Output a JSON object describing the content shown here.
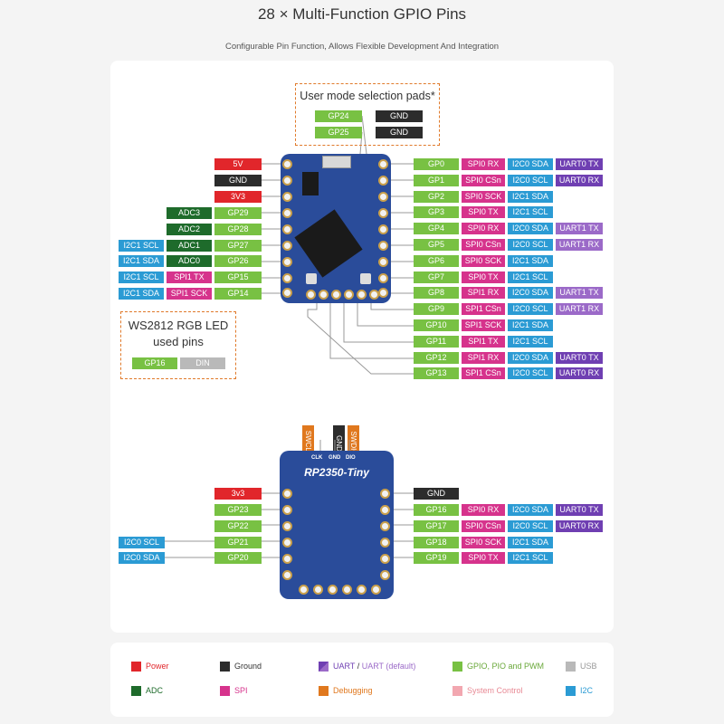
{
  "header": {
    "title": "28 × Multi-Function GPIO Pins",
    "subtitle": "Configurable Pin Function, Allows Flexible Development And Integration"
  },
  "user_mode": {
    "title": "User mode selection pads*",
    "gp24": "GP24",
    "gp25": "GP25",
    "gnd": "GND"
  },
  "ws2812": {
    "title": "WS2812 RGB LED",
    "title2": "used pins",
    "gp16": "GP16",
    "din": "DIN"
  },
  "top_left": {
    "v5": "5V",
    "gnd": "GND",
    "v33": "3V3",
    "rows": [
      {
        "a": "",
        "b": "ADC3",
        "c": "GP29"
      },
      {
        "a": "",
        "b": "ADC2",
        "c": "GP28"
      },
      {
        "a": "I2C1 SCL",
        "b": "ADC1",
        "c": "GP27"
      },
      {
        "a": "I2C1 SDA",
        "b": "ADC0",
        "c": "GP26"
      },
      {
        "a": "I2C1 SCL",
        "b": "SPI1 TX",
        "c": "GP15"
      },
      {
        "a": "I2C1 SDA",
        "b": "SPI1 SCK",
        "c": "GP14"
      }
    ]
  },
  "top_right": [
    {
      "gp": "GP0",
      "spi": "SPI0 RX",
      "i2c": "I2C0 SDA",
      "uart": "UART0 TX"
    },
    {
      "gp": "GP1",
      "spi": "SPI0 CSn",
      "i2c": "I2C0 SCL",
      "uart": "UART0 RX"
    },
    {
      "gp": "GP2",
      "spi": "SPI0 SCK",
      "i2c": "I2C1 SDA",
      "uart": ""
    },
    {
      "gp": "GP3",
      "spi": "SPI0 TX",
      "i2c": "I2C1 SCL",
      "uart": ""
    },
    {
      "gp": "GP4",
      "spi": "SPI0 RX",
      "i2c": "I2C0 SDA",
      "uart": "UART1 TX"
    },
    {
      "gp": "GP5",
      "spi": "SPI0 CSn",
      "i2c": "I2C0 SCL",
      "uart": "UART1 RX"
    },
    {
      "gp": "GP6",
      "spi": "SPI0 SCK",
      "i2c": "I2C1 SDA",
      "uart": ""
    },
    {
      "gp": "GP7",
      "spi": "SPI0 TX",
      "i2c": "I2C1 SCL",
      "uart": ""
    },
    {
      "gp": "GP8",
      "spi": "SPI1 RX",
      "i2c": "I2C0 SDA",
      "uart": "UART1 TX"
    },
    {
      "gp": "GP9",
      "spi": "SPI1 CSn",
      "i2c": "I2C0 SCL",
      "uart": "UART1 RX"
    },
    {
      "gp": "GP10",
      "spi": "SPI1 SCK",
      "i2c": "I2C1 SDA",
      "uart": ""
    },
    {
      "gp": "GP11",
      "spi": "SPI1 TX",
      "i2c": "I2C1 SCL",
      "uart": ""
    },
    {
      "gp": "GP12",
      "spi": "SPI1 RX",
      "i2c": "I2C0 SDA",
      "uart": "UART0 TX"
    },
    {
      "gp": "GP13",
      "spi": "SPI1 CSn",
      "i2c": "I2C0 SCL",
      "uart": "UART0 RX"
    }
  ],
  "debug": {
    "swclk": "SWCLK",
    "gnd": "GND",
    "swdio": "SWDIO",
    "clk": "CLK",
    "gnd2": "GND",
    "dio": "DIO"
  },
  "bottom_board": {
    "name": "RP2350-Tiny"
  },
  "bottom_left": {
    "v33": "3v3",
    "rows": [
      {
        "a": "",
        "gp": "GP23"
      },
      {
        "a": "",
        "gp": "GP22"
      },
      {
        "a": "I2C0 SCL",
        "gp": "GP21"
      },
      {
        "a": "I2C0 SDA",
        "gp": "GP20"
      }
    ]
  },
  "bottom_right": {
    "gnd": "GND",
    "rows": [
      {
        "gp": "GP16",
        "spi": "SPI0 RX",
        "i2c": "I2C0 SDA",
        "uart": "UART0 TX"
      },
      {
        "gp": "GP17",
        "spi": "SPI0 CSn",
        "i2c": "I2C0 SCL",
        "uart": "UART0 RX"
      },
      {
        "gp": "GP18",
        "spi": "SPI0 SCK",
        "i2c": "I2C1 SDA",
        "uart": ""
      },
      {
        "gp": "GP19",
        "spi": "SPI0 TX",
        "i2c": "I2C1 SCL",
        "uart": ""
      }
    ]
  },
  "legend": [
    {
      "label": "Power",
      "color": "#e1262b",
      "text": "#e1262b"
    },
    {
      "label": "Ground",
      "color": "#2c2c2c",
      "text": "#333333"
    },
    {
      "label": "UART",
      "label2": " / ",
      "label3": "UART (default)",
      "color": "#6f3fb2",
      "text": "#6f3fb2"
    },
    {
      "label": "GPIO, PIO and PWM",
      "color": "#78c143",
      "text": "#6aa83a"
    },
    {
      "label": "USB",
      "color": "#b9b9b9",
      "text": "#999999"
    },
    {
      "label": "ADC",
      "color": "#1e6b2b",
      "text": "#1e6b2b"
    },
    {
      "label": "SPI",
      "color": "#d6338c",
      "text": "#d6338c"
    },
    {
      "label": "Debugging",
      "color": "#e0781e",
      "text": "#e0781e"
    },
    {
      "label": "System Control",
      "color": "#f2a7b0",
      "text": "#e88a95"
    },
    {
      "label": "I2C",
      "color": "#2b9bd4",
      "text": "#2b9bd4"
    }
  ]
}
